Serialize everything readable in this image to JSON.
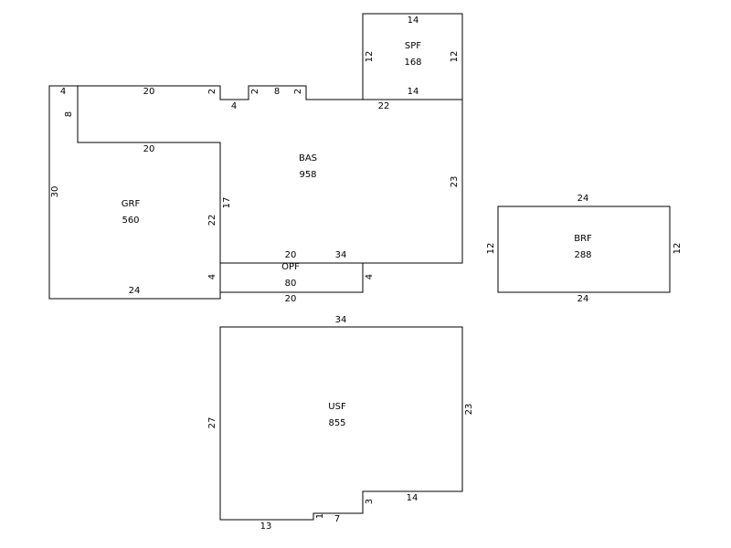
{
  "areas": {
    "bas": {
      "code": "BAS",
      "area": "958"
    },
    "grf": {
      "code": "GRF",
      "area": "560"
    },
    "spf": {
      "code": "SPF",
      "area": "168"
    },
    "opf": {
      "code": "OPF",
      "area": "80"
    },
    "brf": {
      "code": "BRF",
      "area": "288"
    },
    "usf": {
      "code": "USF",
      "area": "855"
    }
  },
  "dims": {
    "grf_top_left": "4",
    "grf_top": "20",
    "grf_left_notch": "8",
    "grf_inner_top": "20",
    "grf_left": "30",
    "grf_right": "22",
    "grf_bottom": "24",
    "grf_right_lower": "4",
    "bas_notch_a": "2",
    "bas_notch_b": "4",
    "bas_notch_c": "2",
    "bas_notch_d": "8",
    "bas_notch_e": "2",
    "bas_top_right": "22",
    "bas_right": "23",
    "bas_left": "17",
    "bas_bottom": "34",
    "spf_top": "14",
    "spf_left": "12",
    "spf_right": "12",
    "spf_bottom": "14",
    "opf_top": "20",
    "opf_right": "4",
    "opf_bottom": "20",
    "brf_top": "24",
    "brf_left": "12",
    "brf_right": "12",
    "brf_bottom": "24",
    "usf_top": "34",
    "usf_left": "27",
    "usf_right": "23",
    "usf_step_a": "14",
    "usf_step_b": "3",
    "usf_step_c": "7",
    "usf_step_d": "1",
    "usf_bottom": "13"
  }
}
